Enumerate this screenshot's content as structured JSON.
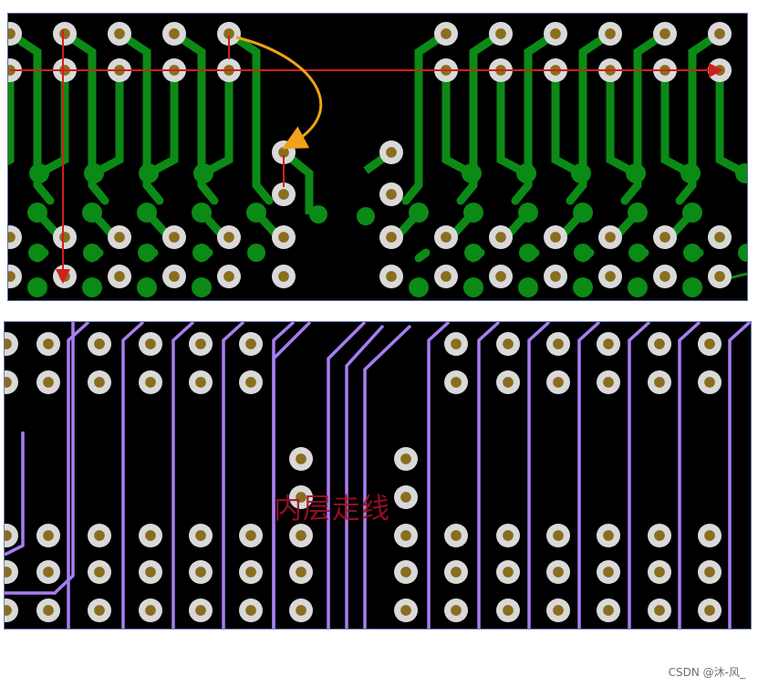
{
  "panels": {
    "top": {
      "name": "top-layer-routing"
    },
    "bottom": {
      "name": "inner-layer-routing",
      "label": "内层走线"
    }
  },
  "colors": {
    "trace_top": "#0b8a16",
    "pad_ring": "#d9d9d9",
    "pad_hole": "#8a6d1e",
    "trace_inner": "#a77ef0",
    "arrow_red": "#d11f1f",
    "arrow_orange": "#f0a21a",
    "label": "#a0102a"
  },
  "footer": {
    "watermark": "CSDN @沐-风_"
  }
}
